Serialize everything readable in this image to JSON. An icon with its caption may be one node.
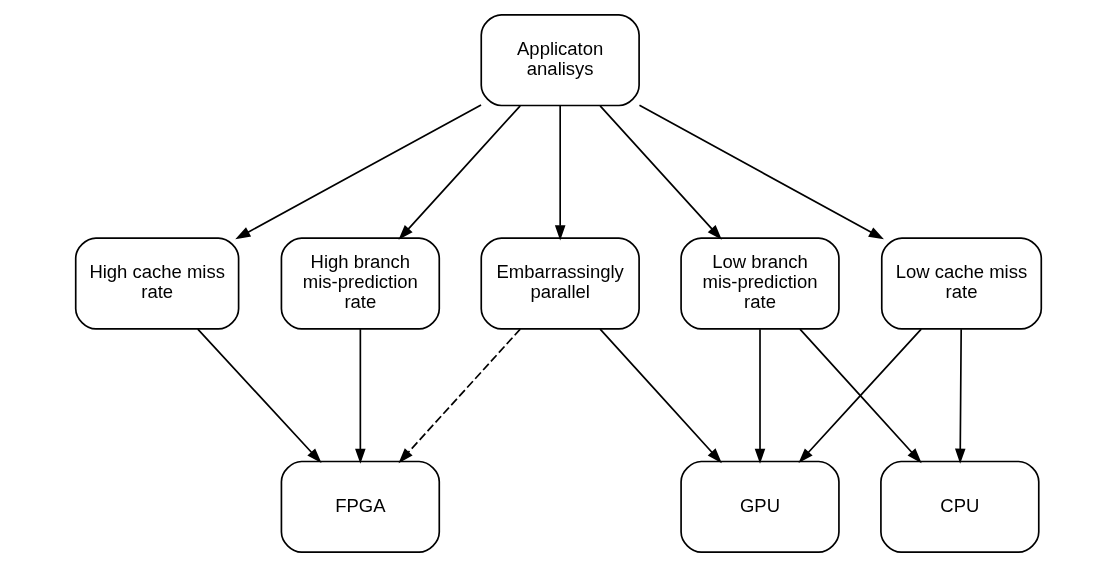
{
  "diagram": {
    "nodes": [
      {
        "text": [
          "Applicaton analisys"
        ]
      },
      {
        "text": [
          "High branch mis-prediction rate"
        ]
      },
      {
        "text": [
          "High cache miss rate"
        ]
      },
      {
        "text": [
          "Embarrassingly parallel"
        ]
      },
      {
        "text": [
          "Low cache miss rate"
        ]
      },
      {
        "text": [
          "Low branch mis-prediction rate"
        ]
      },
      {
        "text": [
          "FPGA"
        ]
      },
      {
        "text": [
          "GPU"
        ]
      },
      {
        "text": [
          "CPU"
        ]
      }
    ],
    "edges": [
      {
        "from": 0,
        "to": 1,
        "arrow": "to"
      },
      {
        "from": 0,
        "to": 2,
        "arrow": "to"
      },
      {
        "from": 0,
        "to": 3,
        "arrow": "to"
      },
      {
        "from": 0,
        "to": 4,
        "arrow": "to"
      },
      {
        "from": 0,
        "to": 5,
        "arrow": "to"
      },
      {
        "from": 1,
        "to": 6,
        "arrow": "to"
      },
      {
        "from": 2,
        "to": 6,
        "arrow": "to"
      },
      {
        "from": 3,
        "to": 6,
        "arrow": "to",
        "style": "dashed"
      },
      {
        "from": 3,
        "to": 7,
        "arrow": "to"
      },
      {
        "from": 4,
        "to": 7,
        "arrow": "to"
      },
      {
        "from": 4,
        "to": 8,
        "arrow": "to"
      },
      {
        "from": 5,
        "to": 7,
        "arrow": "to"
      },
      {
        "from": 5,
        "to": 8,
        "arrow": "to"
      }
    ]
  }
}
